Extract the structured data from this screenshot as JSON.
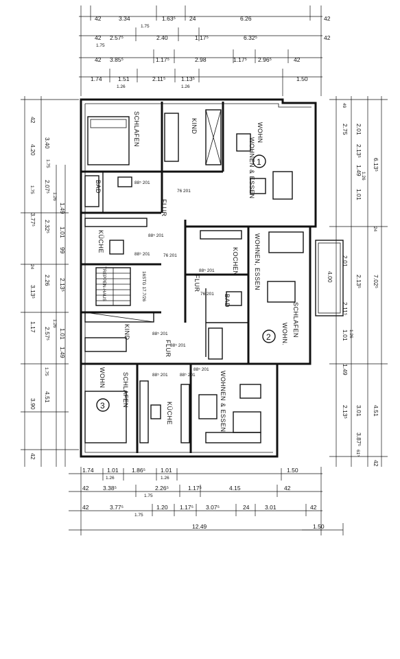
{
  "rooms": {
    "schlafen_top": "SCHLAFEN",
    "kind_top": "KIND",
    "wohnen_essen_1": "WOHNEN & ESSEN",
    "wohn_1": "WOHN",
    "unit1": "1",
    "bad_top": "BAD",
    "flur_top": "FLUR",
    "kueche_top": "KÜCHE",
    "treppenhaus": "TREPPEN-HAUS",
    "wohnen_essen_2": "WOHNEN, ESSEN",
    "kochen": "KOCHEN",
    "flur_mid": "FLUR",
    "bad_mid": "BAD",
    "schlafen_mid": "SCHLAFEN",
    "wohn_2": "WOHN.",
    "unit2": "2",
    "kind_bot": "KIND",
    "flur_bot": "FLUR",
    "wohn_3": "WOHN",
    "unit3": "3",
    "schlafen_bot": "SCHLAFEN",
    "kueche_bot": "KÜCHE",
    "wohnen_essen_3": "WOHNEN & ESSEN"
  },
  "dims_top": {
    "row1": [
      "42",
      "3.34",
      "1.63⁵",
      "24",
      "6.26",
      "42"
    ],
    "row1_sub": "1.75",
    "row2": [
      "42",
      "2.57⁵",
      "2.40",
      "1.17⁵",
      "6.32⁵",
      "42"
    ],
    "row2_sub": "1.75",
    "row3": [
      "42",
      "3.85⁵",
      "1.17⁵",
      "2.98",
      "1.17⁵",
      "2.96⁵",
      "42"
    ],
    "row4": [
      "1.74",
      "1.51",
      "2.11⁵",
      "1.13⁵",
      "1.50"
    ],
    "row4_sub": [
      "1.26",
      "1.26"
    ]
  },
  "dims_left": [
    "42",
    "3.40",
    "4.20",
    "1.75",
    "2.07⁵",
    "1.49",
    "1.01",
    "99",
    "1.26",
    "1.75",
    "3.77⁵",
    "2.32⁵",
    "24",
    "2.26",
    "3.13⁵",
    "2.13⁵",
    "1.17",
    "2.57⁵",
    "1.49",
    "1.01",
    "1.26",
    "1.75",
    "4.51",
    "3.90",
    "42"
  ],
  "dims_right": [
    "49",
    "2.01",
    "2.75",
    "2.13⁵",
    "6.13⁵",
    "1.49",
    "1.01",
    "1.26",
    "24",
    "4.00",
    "2.01",
    "2.13⁵",
    "7.02⁵",
    "2.11⁵",
    "1.01",
    "1.26",
    "1.49",
    "3.01",
    "4.51",
    "2.13⁵",
    "3.87⁵",
    "61⁵",
    "42"
  ],
  "dims_bottom": {
    "row1": [
      "1.74",
      "1.01",
      "1.86⁵",
      "1.01",
      "1.50"
    ],
    "row1_sub": [
      "1.26",
      "1.26"
    ],
    "row2": [
      "42",
      "3.38⁵",
      "2.26⁵",
      "1.17⁵",
      "4.15",
      "42"
    ],
    "row2_sub": "1.75",
    "row3": [
      "42",
      "3.77⁵",
      "1.20",
      "1.17⁵",
      "3.07⁵",
      "24",
      "3.01",
      "42"
    ],
    "row3_sub": "1.75",
    "total": "12.49",
    "balcony": "1.50"
  },
  "openings": [
    "88⁵ 201",
    "76 201",
    "88⁵ 201",
    "88⁵ 201",
    "88⁵ 201",
    "76 201",
    "88⁵ 201",
    "88⁵ 201",
    "88⁵ 201",
    "76 201",
    "88⁵ 201",
    "88⁵ 201"
  ],
  "stair_note": "16STG 17.7/26"
}
